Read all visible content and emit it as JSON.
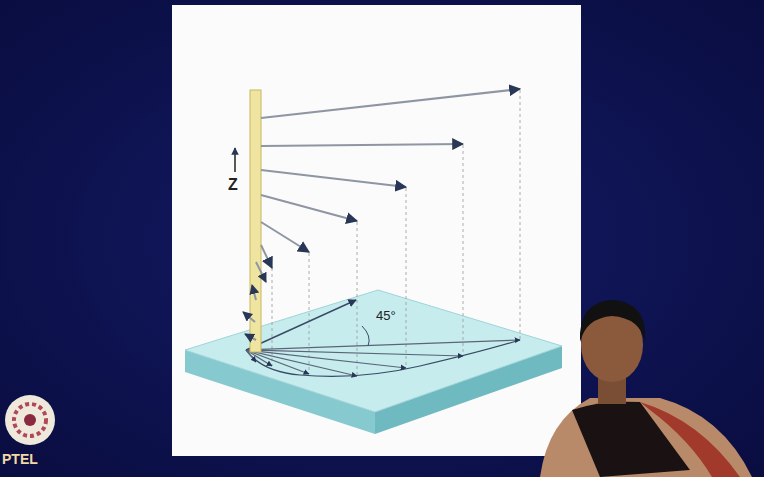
{
  "diagram": {
    "labels": [
      "Z",
      "45°",
      "PTEL"
    ]
  }
}
